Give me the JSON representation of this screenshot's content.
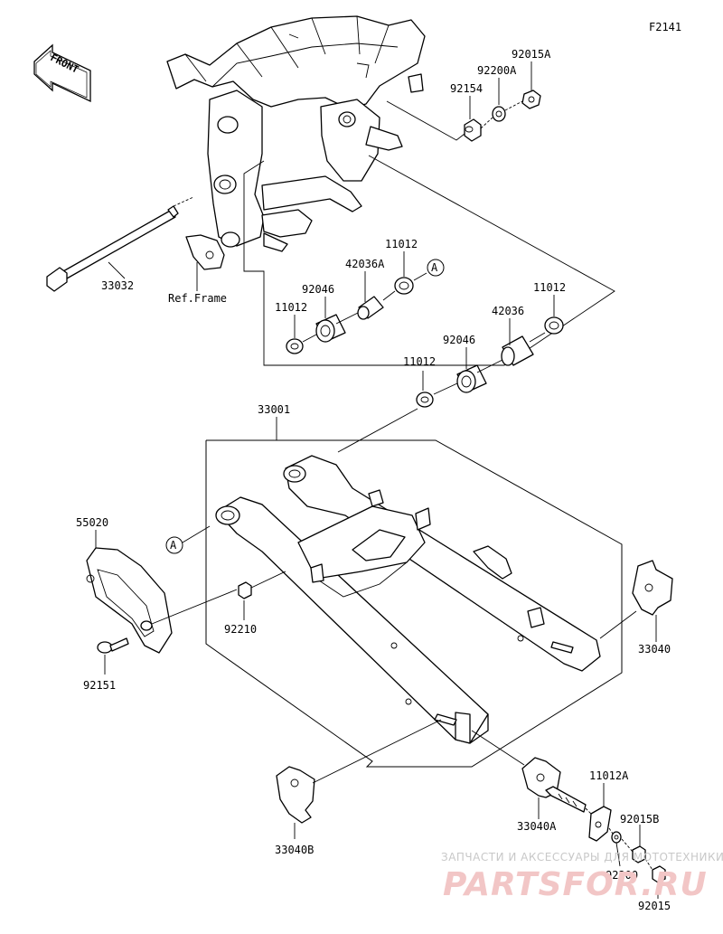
{
  "figure_code": "F2141",
  "front_label": "FRONT",
  "labels": {
    "p33032": "33032",
    "ref_frame": "Ref.Frame",
    "p92154": "92154",
    "p92200A": "92200A",
    "p92015A": "92015A",
    "p11012_a": "11012",
    "p42036A": "42036A",
    "p92046_a": "92046",
    "p11012_b": "11012",
    "p11012_c": "11012",
    "p42036": "42036",
    "p92046_b": "92046",
    "p11012_d": "11012",
    "p33001": "33001",
    "p55020": "55020",
    "p92210": "92210",
    "p92151": "92151",
    "p33040": "33040",
    "p33040A": "33040A",
    "p11012A": "11012A",
    "p92015B": "92015B",
    "p92200": "92200",
    "p92015": "92015",
    "p33040B": "33040B"
  },
  "ref_markers": {
    "a_top": "A",
    "a_bottom": "A"
  },
  "watermark": {
    "tagline": "ЗАПЧАСТИ И АКСЕССУАРЫ ДЛЯ МОТОТЕХНИКИ",
    "brand": "PARTSFOR.RU"
  }
}
